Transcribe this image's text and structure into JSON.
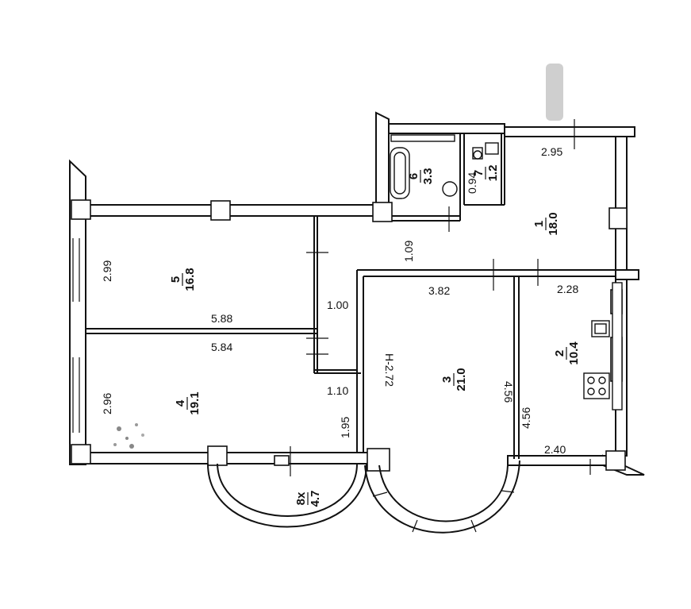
{
  "dimensions": {
    "d_295": "2.95",
    "d_109": "1.09",
    "d_299": "2.99",
    "d_382": "3.82",
    "d_228": "2.28",
    "d_100": "1.00",
    "d_588": "5.88",
    "d_584": "5.84",
    "d_456a": "4.56",
    "d_456b": "4.56",
    "d_110": "1.10",
    "d_296": "2.96",
    "d_195": "1.95",
    "d_240": "2.40",
    "d_094": "0.94",
    "height": "H-2.72"
  },
  "rooms": {
    "r1_num": "1",
    "r1_area": "18.0",
    "r2_num": "2",
    "r2_area": "10.4",
    "r3_num": "3",
    "r3_area": "21.0",
    "r4_num": "4",
    "r4_area": "19.1",
    "r5_num": "5",
    "r5_area": "16.8",
    "r6_num": "6",
    "r6_area": "3.3",
    "r7_num": "7",
    "r7_area": "1.2",
    "r8_num": "8x",
    "r8_area": "4.7"
  }
}
